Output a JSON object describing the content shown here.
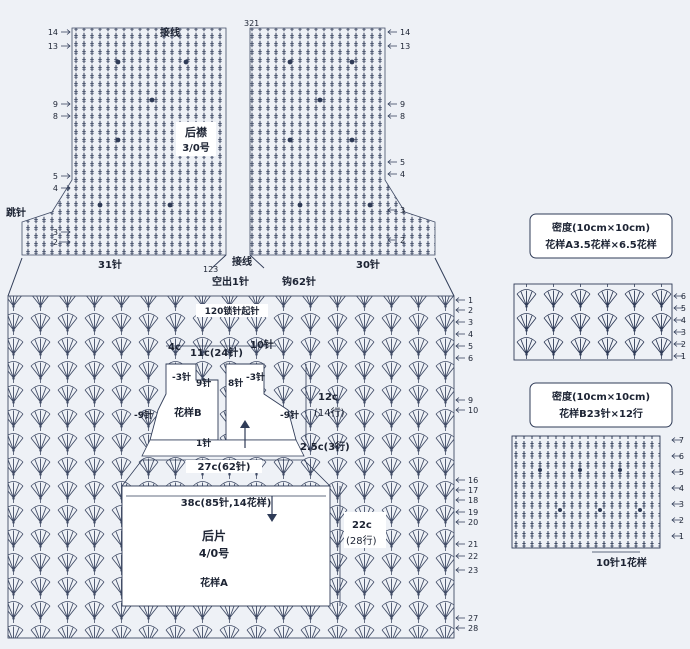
{
  "colors": {
    "paper": "#eef1f6",
    "ink": "#1c2333",
    "chart_ink": "#2f3b57",
    "label_bg": "#ffffff"
  },
  "yoke": {
    "title": "后襟",
    "hook": "3/0号",
    "join_label": "接线",
    "left_width": "31针",
    "right_width": "30针",
    "center_label": "空出1针",
    "chain_label": "钩62针",
    "join_label_2": "接线",
    "left_rows": [
      "14",
      "13",
      "9",
      "8",
      "5",
      "4",
      "3",
      "2"
    ],
    "right_rows": [
      "14",
      "13",
      "9",
      "8",
      "5",
      "4",
      "3",
      "2"
    ],
    "top_mark": "321",
    "bottom_mark": "123",
    "skip_label": "跳针"
  },
  "body": {
    "chain_top": "120锁针起针",
    "neck_4c": "4c",
    "neck_width": "11c(24针)",
    "neck_10": "10针",
    "minus3_left": "-3针",
    "nine_left": "9针",
    "eight_right": "8针",
    "minus3_right": "-3针",
    "minus9_left": "-9针",
    "minus9_right": "-9针",
    "pattern_b": "花样B",
    "one_stitch": "1针",
    "height_12c": "12c",
    "rows_14": "(14行)",
    "height_25c": "2.5c(3行)",
    "width_27c": "27c(62针)",
    "width_38c": "38c(85针,14花样)",
    "piece_title": "后片",
    "piece_hook": "4/0号",
    "pattern_a": "花样A",
    "height_22c": "22c",
    "rows_28": "(28行)",
    "row_numbers": [
      "1",
      "2",
      "3",
      "4",
      "5",
      "6",
      "9",
      "10",
      "16",
      "17",
      "18",
      "19",
      "20",
      "21",
      "22",
      "23",
      "27",
      "28"
    ]
  },
  "swatch_a": {
    "gauge": "密度(10cm×10cm)",
    "pattern": "花样A3.5花样×6.5花样",
    "row_numbers": [
      "6",
      "5",
      "4",
      "3",
      "2",
      "1"
    ]
  },
  "swatch_b": {
    "gauge": "密度(10cm×10cm)",
    "pattern": "花样B23针×12行",
    "repeat": "10针1花样",
    "row_numbers": [
      "7",
      "6",
      "5",
      "4",
      "3",
      "2",
      "1"
    ]
  }
}
